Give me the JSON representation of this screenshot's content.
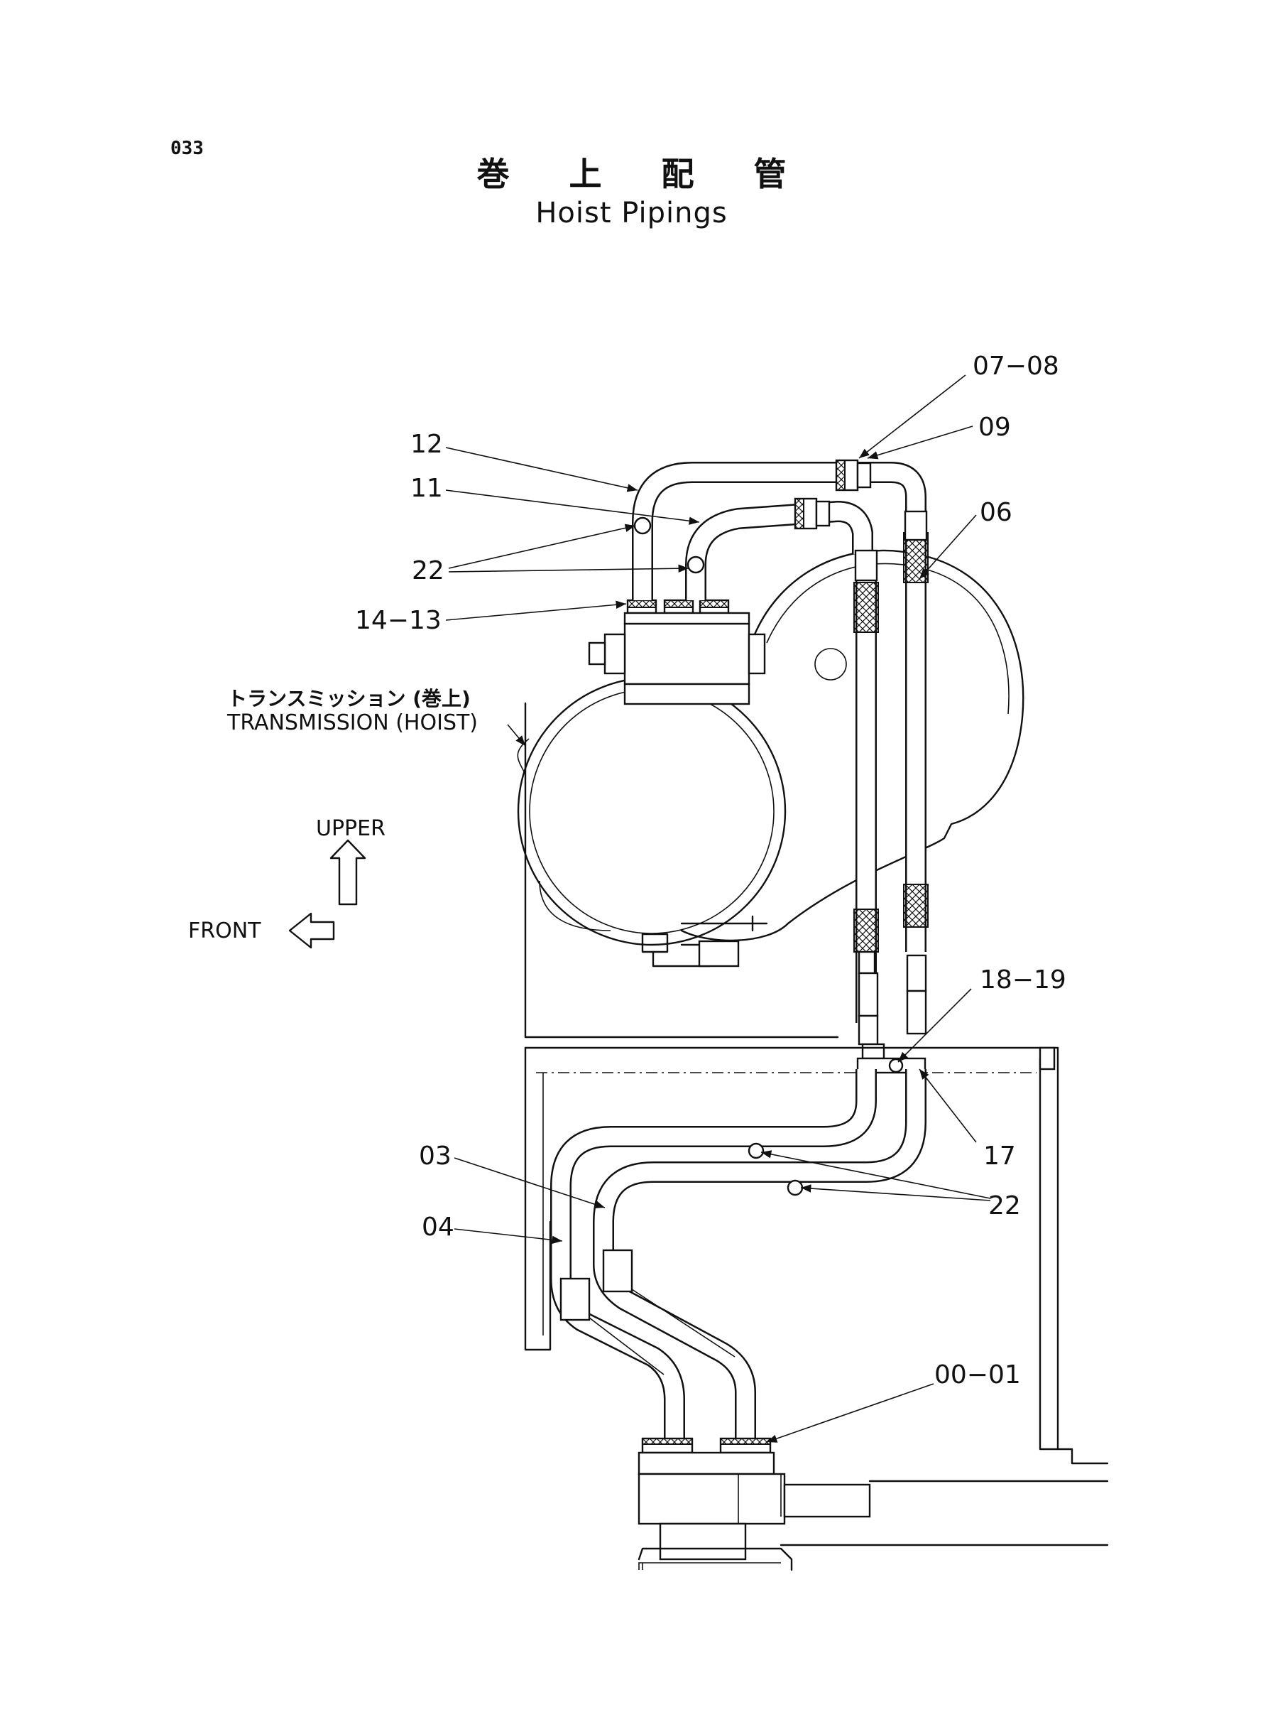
{
  "page_number": "033",
  "title": {
    "japanese": "巻 上 配 管",
    "english": "Hoist Pipings"
  },
  "callouts": [
    {
      "id": "07-08",
      "text": "07−08"
    },
    {
      "id": "09",
      "text": "09"
    },
    {
      "id": "12",
      "text": "12"
    },
    {
      "id": "11",
      "text": "11"
    },
    {
      "id": "06",
      "text": "06"
    },
    {
      "id": "22-top",
      "text": "22"
    },
    {
      "id": "14-13",
      "text": "14−13"
    },
    {
      "id": "18-19",
      "text": "18−19"
    },
    {
      "id": "17",
      "text": "17"
    },
    {
      "id": "03",
      "text": "03"
    },
    {
      "id": "04",
      "text": "04"
    },
    {
      "id": "22-bottom",
      "text": "22"
    },
    {
      "id": "00-01",
      "text": "00−01"
    }
  ],
  "labels": {
    "transmission_jp": "トランスミッション (巻上)",
    "transmission_en": "TRANSMISSION (HOIST)",
    "upper": "UPPER",
    "front": "FRONT"
  }
}
